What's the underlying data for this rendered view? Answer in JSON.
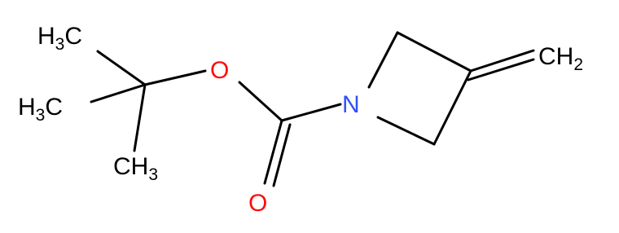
{
  "molecule": {
    "colors": {
      "bond": "#000000",
      "carbon": "#000000",
      "oxygen": "#ff0d0d",
      "nitrogen": "#3050f8"
    },
    "labels": {
      "methyl_top": {
        "element": "H",
        "subscript": "3",
        "suffix": "C"
      },
      "methyl_mid": {
        "element": "H",
        "subscript": "3",
        "suffix": "C"
      },
      "methyl_bottom": {
        "prefix": "CH",
        "subscript": "3"
      },
      "ester_oxygen": "O",
      "carbonyl_oxygen": "O",
      "nitrogen": "N",
      "methylene": {
        "prefix": "CH",
        "subscript": "2"
      }
    }
  }
}
